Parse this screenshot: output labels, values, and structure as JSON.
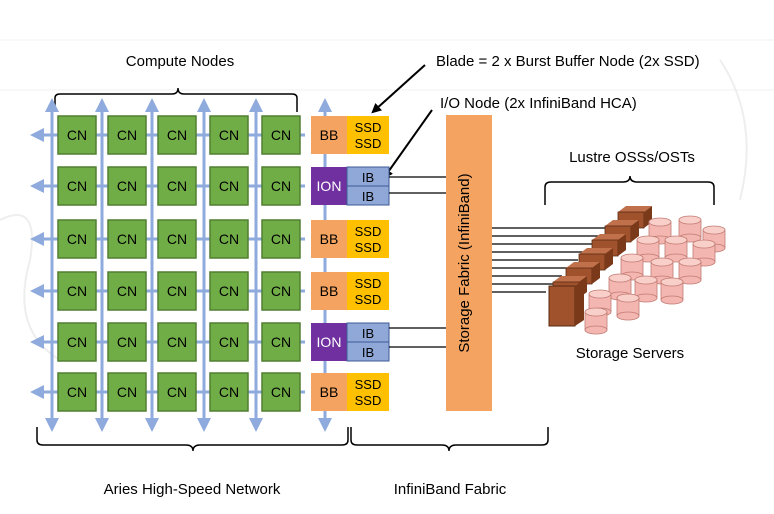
{
  "labels": {
    "compute_nodes": "Compute Nodes",
    "blade": "Blade  = 2 x Burst Buffer Node (2x SSD)",
    "io_node": "I/O Node (2x InfiniBand HCA)",
    "lustre": "Lustre OSSs/OSTs",
    "storage_fabric": "Storage Fabric (InfiniBand)",
    "storage_servers": "Storage Servers",
    "aries": "Aries High-Speed Network",
    "infiniband_fabric": "InfiniBand Fabric"
  },
  "node_label": "CN",
  "service_nodes": [
    {
      "type": "BB",
      "label": "BB",
      "sub": [
        "SSD",
        "SSD"
      ]
    },
    {
      "type": "ION",
      "label": "ION",
      "sub": [
        "IB",
        "IB"
      ]
    },
    {
      "type": "BB",
      "label": "BB",
      "sub": [
        "SSD",
        "SSD"
      ]
    },
    {
      "type": "BB",
      "label": "BB",
      "sub": [
        "SSD",
        "SSD"
      ]
    },
    {
      "type": "ION",
      "label": "ION",
      "sub": [
        "IB",
        "IB"
      ]
    },
    {
      "type": "BB",
      "label": "BB",
      "sub": [
        "SSD",
        "SSD"
      ]
    }
  ],
  "colors": {
    "cn_fill": "#70ad47",
    "cn_border": "#507e32",
    "bb_fill": "#f4a460",
    "ssd_fill": "#ffc000",
    "ion_fill": "#7030a0",
    "ib_fill": "#8fa8d8",
    "fabric_fill": "#f4a460",
    "arrow": "#8faadc",
    "server_fill": "#a0522d",
    "disk_fill": "#f4b6b0"
  }
}
